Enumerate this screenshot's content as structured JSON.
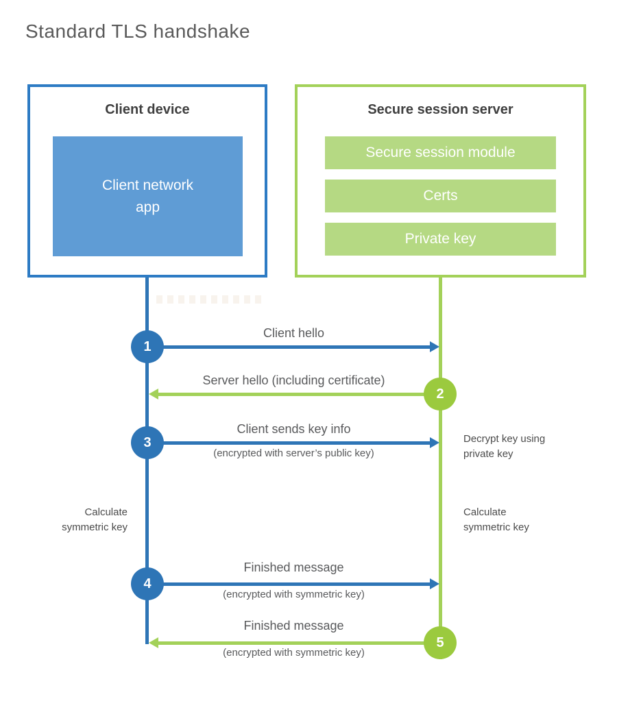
{
  "title": "Standard TLS handshake",
  "colors": {
    "blue_accent": "#2e75b6",
    "blue_border": "#2d7bc4",
    "blue_fill": "#5f9cd5",
    "green_accent": "#9bca3e",
    "green_line": "#a3d159",
    "green_fill": "#b5d983",
    "text_dark": "#3f3f3f",
    "text_gray": "#58595b",
    "title_gray": "#595959"
  },
  "client_box": {
    "title": "Client device",
    "app_label": "Client network\napp"
  },
  "server_box": {
    "title": "Secure session server",
    "modules": [
      "Secure session module",
      "Certs",
      "Private key"
    ]
  },
  "steps": [
    {
      "number": "1",
      "actor": "client",
      "direction": "right",
      "label": "Client hello",
      "sublabel": ""
    },
    {
      "number": "2",
      "actor": "server",
      "direction": "left",
      "label": "Server hello (including certificate)",
      "sublabel": ""
    },
    {
      "number": "3",
      "actor": "client",
      "direction": "right",
      "label": "Client sends key info",
      "sublabel": "(encrypted with server’s public key)"
    },
    {
      "number": "4",
      "actor": "client",
      "direction": "right",
      "label": "Finished message",
      "sublabel": "(encrypted with symmetric key)"
    },
    {
      "number": "5",
      "actor": "server",
      "direction": "left",
      "label": "Finished message",
      "sublabel": "(encrypted with symmetric key)"
    }
  ],
  "side_notes": [
    {
      "side": "right",
      "text": "Decrypt key using\nprivate key"
    },
    {
      "side": "left",
      "text": "Calculate\nsymmetric key"
    },
    {
      "side": "right",
      "text": "Calculate\nsymmetric key"
    }
  ]
}
